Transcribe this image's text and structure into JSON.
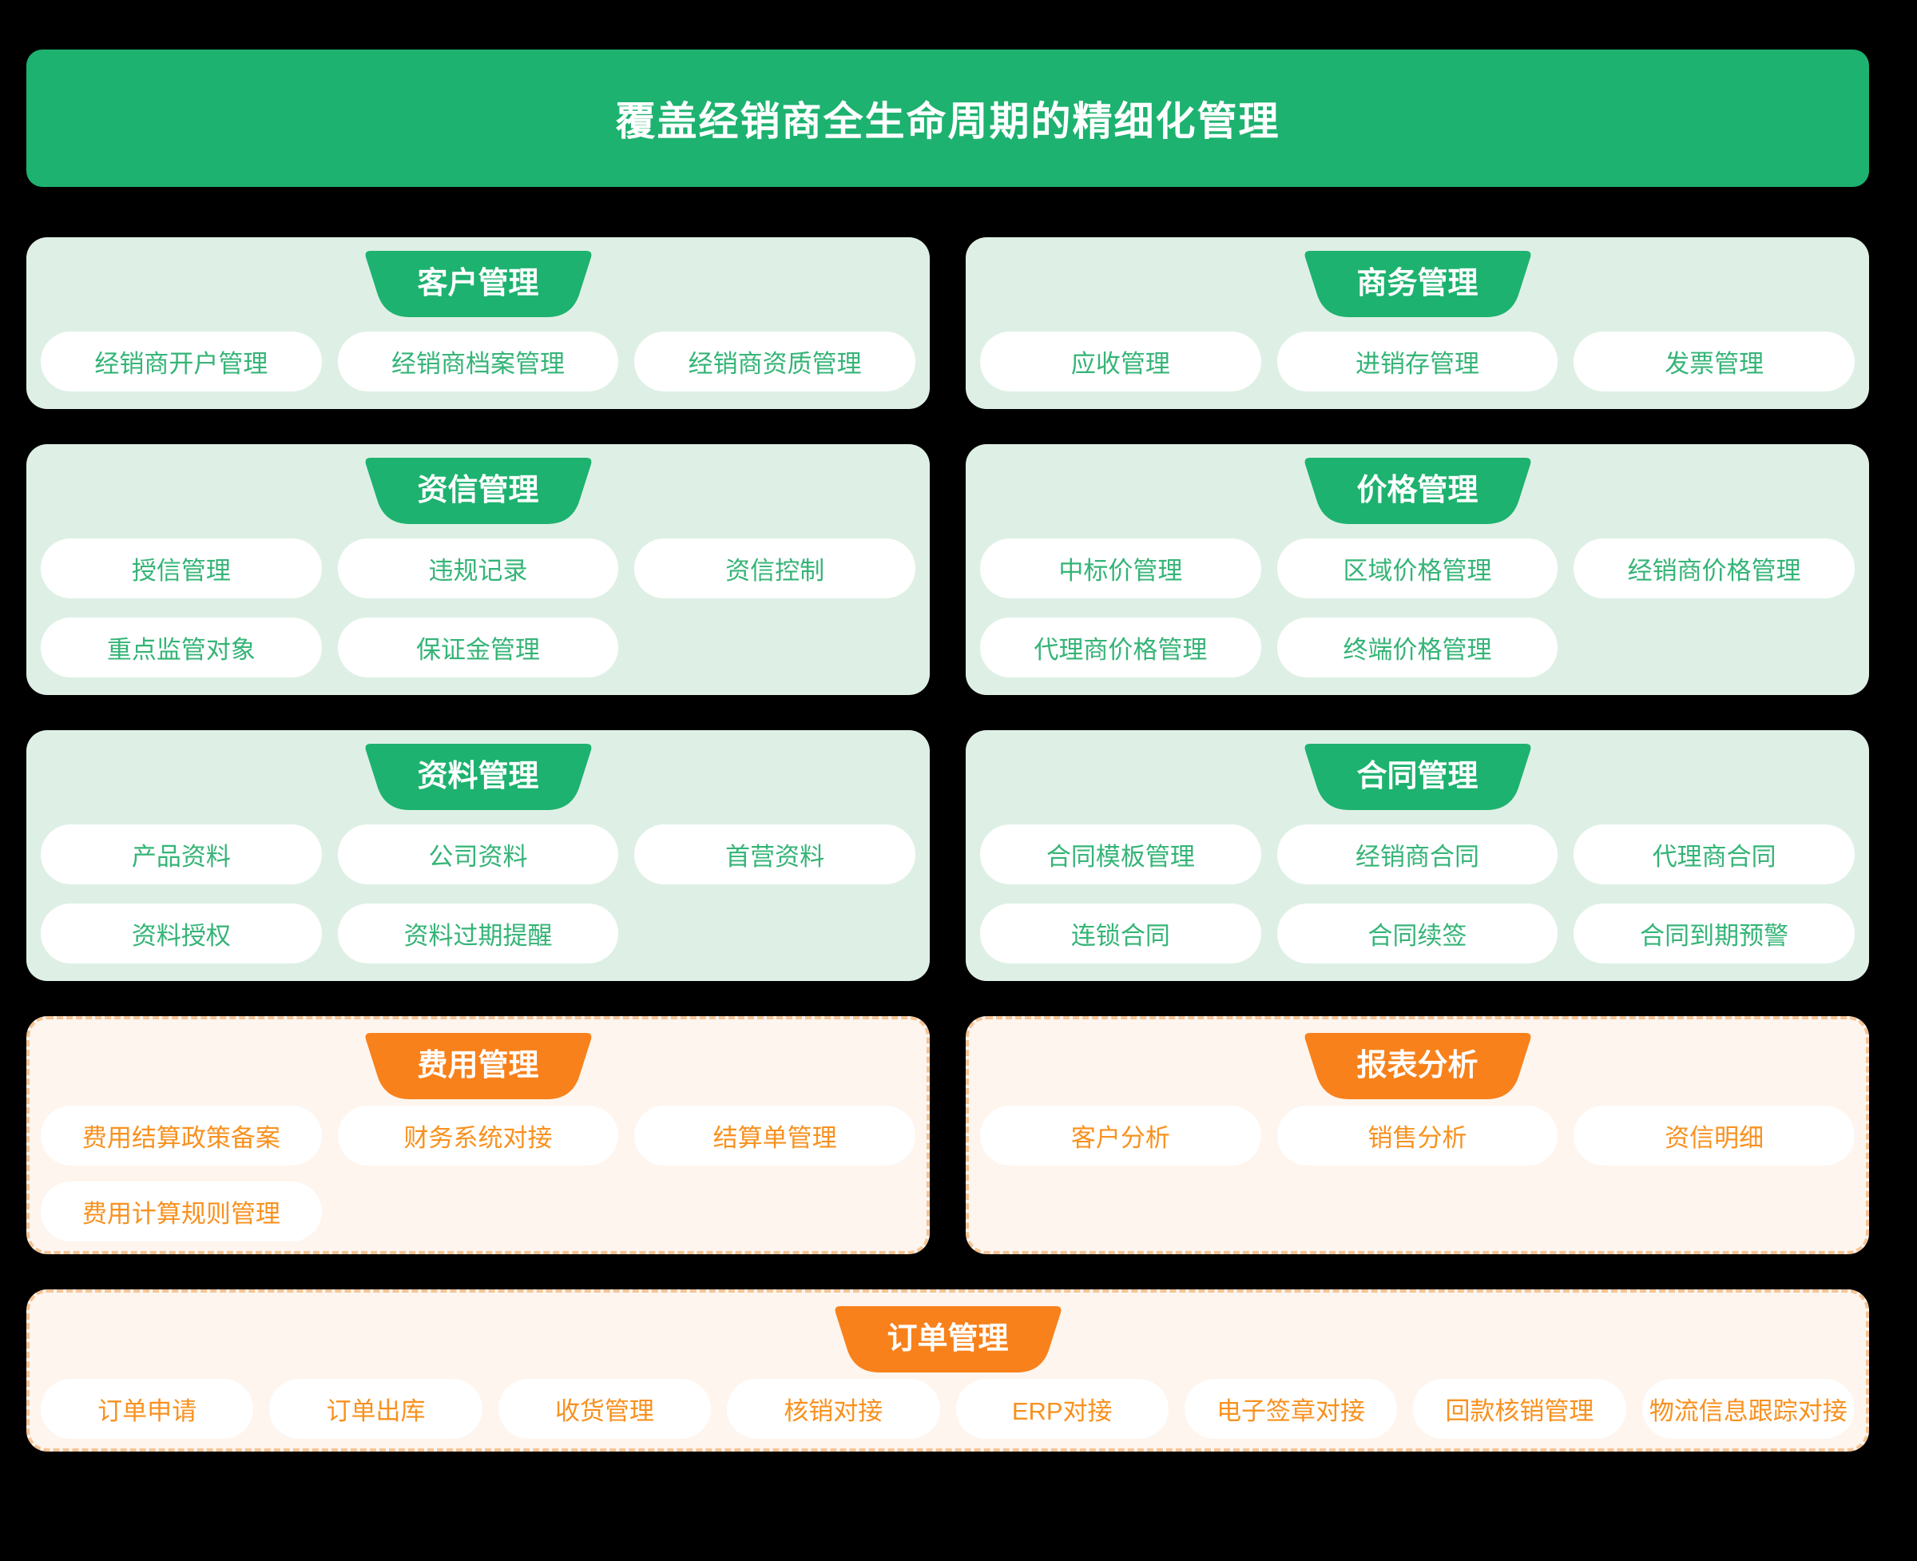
{
  "title": "覆盖经销商全生命周期的精细化管理",
  "colors": {
    "green": "#1db26f",
    "green_panel": "#def0e5",
    "green_text": "#35b477",
    "orange": "#f8811b",
    "orange_panel": "#fdf5ee",
    "orange_text": "#f8911f",
    "orange_dash_border": "#f5c395",
    "background": "#000000"
  },
  "sections": [
    {
      "id": "customer",
      "theme": "green",
      "tab": "客户管理",
      "items": [
        "经销商开户管理",
        "经销商档案管理",
        "经销商资质管理"
      ]
    },
    {
      "id": "business",
      "theme": "green",
      "tab": "商务管理",
      "items": [
        "应收管理",
        "进销存管理",
        "发票管理"
      ]
    },
    {
      "id": "credit",
      "theme": "green",
      "tab": "资信管理",
      "items": [
        "授信管理",
        "违规记录",
        "资信控制",
        "重点监管对象",
        "保证金管理"
      ]
    },
    {
      "id": "price",
      "theme": "green",
      "tab": "价格管理",
      "items": [
        "中标价管理",
        "区域价格管理",
        "经销商价格管理",
        "代理商价格管理",
        "终端价格管理"
      ]
    },
    {
      "id": "material",
      "theme": "green",
      "tab": "资料管理",
      "items": [
        "产品资料",
        "公司资料",
        "首营资料",
        "资料授权",
        "资料过期提醒"
      ]
    },
    {
      "id": "contract",
      "theme": "green",
      "tab": "合同管理",
      "items": [
        "合同模板管理",
        "经销商合同",
        "代理商合同",
        "连锁合同",
        "合同续签",
        "合同到期预警"
      ]
    },
    {
      "id": "expense",
      "theme": "orange",
      "tab": "费用管理",
      "items": [
        "费用结算政策备案",
        "财务系统对接",
        "结算单管理",
        "费用计算规则管理"
      ]
    },
    {
      "id": "report",
      "theme": "orange",
      "tab": "报表分析",
      "items": [
        "客户分析",
        "销售分析",
        "资信明细"
      ]
    },
    {
      "id": "order",
      "theme": "orange",
      "tab": "订单管理",
      "full_width": true,
      "items": [
        "订单申请",
        "订单出库",
        "收货管理",
        "核销对接",
        "ERP对接",
        "电子签章对接",
        "回款核销管理",
        "物流信息跟踪对接"
      ]
    }
  ]
}
